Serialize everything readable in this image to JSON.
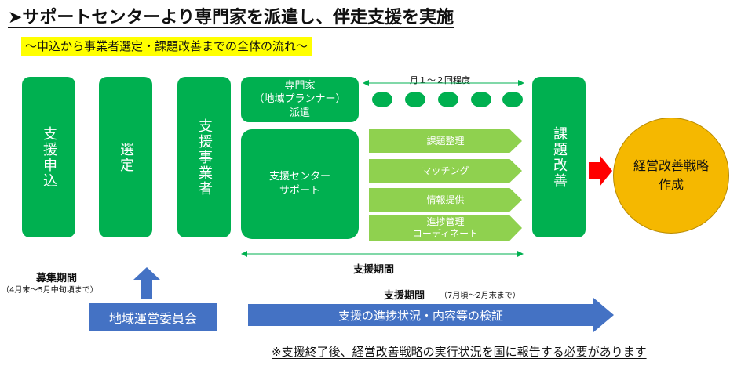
{
  "title": "➤サポートセンターより専門家を派遣し、伴走支援を実施",
  "subtitle": "〜申込から事業者選定・課題改善までの全体の流れ〜",
  "flow": {
    "apply": "支援申込",
    "select": "選定",
    "business": "支援事業者",
    "expert": [
      "専門家",
      "（地域プランナー）",
      "派遣"
    ],
    "frequency": "月１〜２回程度",
    "center": [
      "支援センター",
      "サポート"
    ],
    "tasks": [
      "課題整理",
      "マッチング",
      "情報提供",
      [
        "進捗管理",
        "コーディネート"
      ]
    ],
    "improve": "課題改善",
    "strategy": [
      "経営改善戦略",
      "作成"
    ]
  },
  "periods": {
    "support_label": "支援期間",
    "recruit_label": "募集期間",
    "recruit_range": "（4月末〜5月中旬頃まで）",
    "support2_label": "支援期間",
    "support2_range": "（7月頃〜2月末まで）"
  },
  "committee": "地域運営委員会",
  "verification": "支援の進捗状況・内容等の検証",
  "note": "※支援終了後、経営改善戦略の実行状況を国に報告する必要があります",
  "colors": {
    "green": "#00b050",
    "light_green": "#8fd14f",
    "blue": "#4472c4",
    "yellow": "#ffff00",
    "orange": "#f5b800",
    "red": "#ff0000"
  }
}
